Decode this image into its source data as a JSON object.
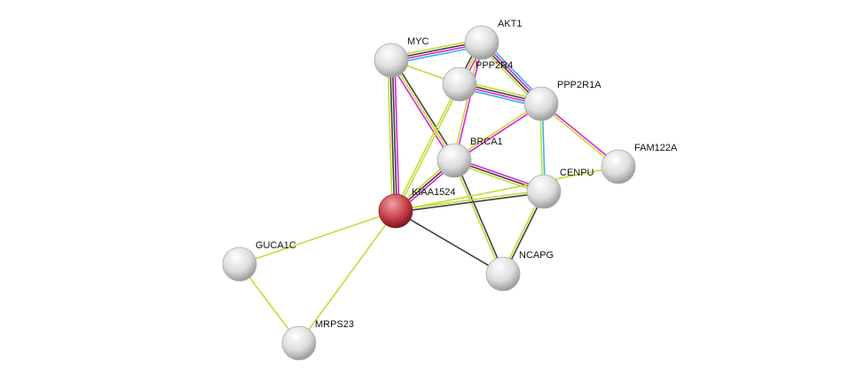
{
  "colors": {
    "yellow": "#c2dc36",
    "black": "#404040",
    "magenta": "#e020d8",
    "cyan": "#30b8e0",
    "query_node": "#c8404a",
    "node": "#e0e0e0"
  },
  "nodes": [
    {
      "id": "MYC",
      "label": "MYC",
      "query": false
    },
    {
      "id": "AKT1",
      "label": "AKT1",
      "query": false
    },
    {
      "id": "PPP2R4",
      "label": "PPP2R4",
      "query": false
    },
    {
      "id": "PPP2R1A",
      "label": "PPP2R1A",
      "query": false
    },
    {
      "id": "BRCA1",
      "label": "BRCA1",
      "query": false
    },
    {
      "id": "FAM122A",
      "label": "FAM122A",
      "query": false
    },
    {
      "id": "CENPU",
      "label": "CENPU",
      "query": false
    },
    {
      "id": "KIAA1524",
      "label": "KIAA1524",
      "query": true
    },
    {
      "id": "NCAPG",
      "label": "NCAPG",
      "query": false
    },
    {
      "id": "GUCA1C",
      "label": "GUCA1C",
      "query": false
    },
    {
      "id": "MRPS23",
      "label": "MRPS23",
      "query": false
    }
  ],
  "edges": [
    {
      "from": "MYC",
      "to": "AKT1",
      "colors": [
        "yellow",
        "black",
        "magenta",
        "cyan"
      ]
    },
    {
      "from": "MYC",
      "to": "PPP2R4",
      "colors": [
        "yellow"
      ]
    },
    {
      "from": "MYC",
      "to": "KIAA1524",
      "colors": [
        "magenta",
        "black",
        "black",
        "yellow"
      ]
    },
    {
      "from": "MYC",
      "to": "BRCA1",
      "colors": [
        "black",
        "yellow",
        "magenta"
      ]
    },
    {
      "from": "AKT1",
      "to": "PPP2R4",
      "colors": [
        "magenta",
        "yellow",
        "black"
      ]
    },
    {
      "from": "AKT1",
      "to": "PPP2R1A",
      "colors": [
        "cyan",
        "magenta",
        "black",
        "yellow"
      ]
    },
    {
      "from": "AKT1",
      "to": "BRCA1",
      "colors": [
        "magenta",
        "yellow"
      ]
    },
    {
      "from": "PPP2R4",
      "to": "PPP2R1A",
      "colors": [
        "yellow",
        "black",
        "magenta",
        "cyan"
      ]
    },
    {
      "from": "PPP2R4",
      "to": "KIAA1524",
      "colors": [
        "yellow",
        "yellow"
      ]
    },
    {
      "from": "PPP2R1A",
      "to": "BRCA1",
      "colors": [
        "magenta",
        "yellow"
      ]
    },
    {
      "from": "PPP2R1A",
      "to": "CENPU",
      "colors": [
        "cyan",
        "yellow"
      ]
    },
    {
      "from": "PPP2R1A",
      "to": "FAM122A",
      "colors": [
        "magenta",
        "yellow"
      ]
    },
    {
      "from": "BRCA1",
      "to": "KIAA1524",
      "colors": [
        "magenta",
        "black",
        "yellow"
      ]
    },
    {
      "from": "BRCA1",
      "to": "CENPU",
      "colors": [
        "magenta",
        "black",
        "yellow"
      ]
    },
    {
      "from": "BRCA1",
      "to": "NCAPG",
      "colors": [
        "black",
        "yellow"
      ]
    },
    {
      "from": "KIAA1524",
      "to": "CENPU",
      "colors": [
        "yellow",
        "black"
      ]
    },
    {
      "from": "KIAA1524",
      "to": "FAM122A",
      "colors": [
        "yellow"
      ]
    },
    {
      "from": "KIAA1524",
      "to": "NCAPG",
      "colors": [
        "black"
      ]
    },
    {
      "from": "CENPU",
      "to": "NCAPG",
      "colors": [
        "black",
        "yellow"
      ]
    },
    {
      "from": "KIAA1524",
      "to": "GUCA1C",
      "colors": [
        "yellow"
      ]
    },
    {
      "from": "KIAA1524",
      "to": "MRPS23",
      "colors": [
        "yellow"
      ]
    },
    {
      "from": "GUCA1C",
      "to": "MRPS23",
      "colors": [
        "yellow"
      ]
    }
  ]
}
